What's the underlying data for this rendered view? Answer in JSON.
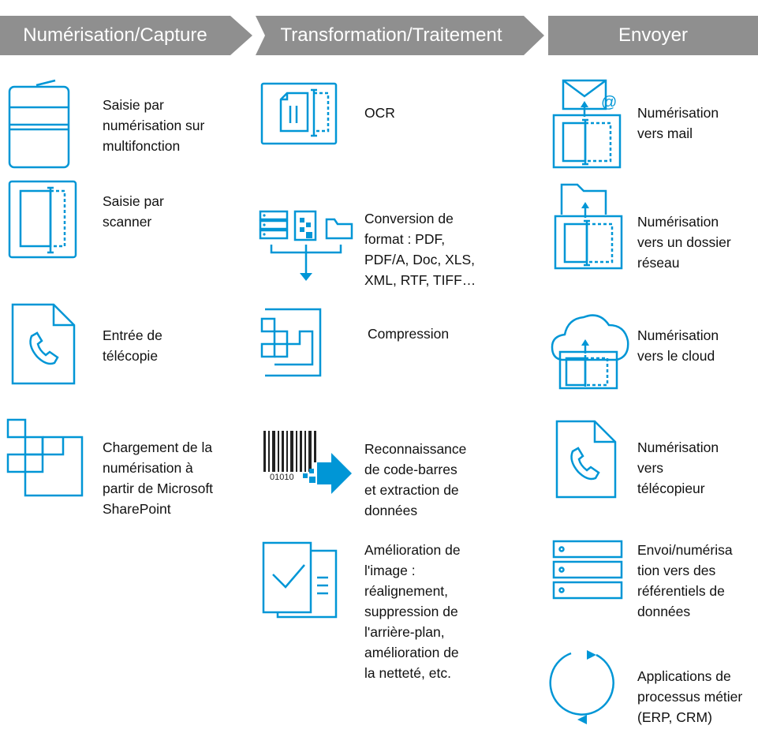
{
  "colors": {
    "header": "#8f8f8f",
    "accent": "#0096d6",
    "text": "#111111"
  },
  "headers": [
    {
      "label": "Numérisation/Capture"
    },
    {
      "label": "Transformation/Traitement"
    },
    {
      "label": "Envoyer"
    }
  ],
  "columns": {
    "capture": [
      {
        "icon": "multifunction-printer-icon",
        "label": "Saisie par\nnumérisation sur\nmultifonction"
      },
      {
        "icon": "scanner-icon",
        "label": "Saisie par\nscanner"
      },
      {
        "icon": "fax-document-icon",
        "label": "Entrée de\ntélécopie"
      },
      {
        "icon": "sharepoint-blocks-icon",
        "label": "Chargement de la\nnumérisation à\npartir de Microsoft\nSharePoint"
      }
    ],
    "processing": [
      {
        "icon": "ocr-icon",
        "label": "OCR"
      },
      {
        "icon": "format-conversion-icon",
        "label": "Conversion de\nformat : PDF,\nPDF/A, Doc, XLS,\nXML, RTF, TIFF…"
      },
      {
        "icon": "compression-icon",
        "label": "Compression"
      },
      {
        "icon": "barcode-icon",
        "label": "Reconnaissance\nde code-barres\net extraction de\ndonnées",
        "barcode_digits": "01010"
      },
      {
        "icon": "image-enhancement-icon",
        "label": "Amélioration de\nl'image :\nréalignement,\nsuppression de\nl'arrière-plan,\namélioration de\nla netteté, etc."
      }
    ],
    "send": [
      {
        "icon": "scan-to-email-icon",
        "label": "Numérisation\nvers mail"
      },
      {
        "icon": "scan-to-folder-icon",
        "label": "Numérisation\nvers un dossier\nréseau"
      },
      {
        "icon": "scan-to-cloud-icon",
        "label": "Numérisation\nvers le cloud"
      },
      {
        "icon": "scan-to-fax-icon",
        "label": "Numérisation\nvers\ntélécopieur"
      },
      {
        "icon": "data-repository-icon",
        "label": "Envoi/numérisa\ntion vers des\nréférentiels de\ndonnées"
      },
      {
        "icon": "business-process-icon",
        "label": "Applications de\nprocessus métier\n(ERP, CRM)"
      }
    ]
  }
}
